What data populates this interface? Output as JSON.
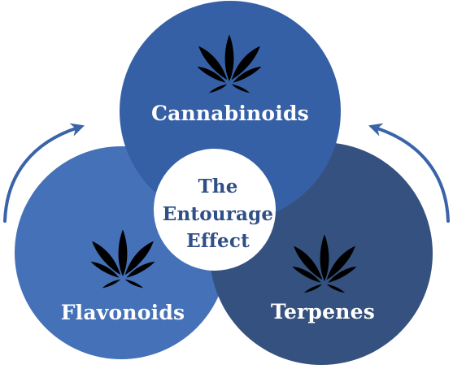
{
  "diagram": {
    "center": {
      "lines": [
        "The",
        "Entourage",
        "Effect"
      ]
    },
    "circles": {
      "top": {
        "label": "Cannabinoids",
        "color": "#3660a6"
      },
      "left": {
        "label": "Flavonoids",
        "color": "#4471b7"
      },
      "right": {
        "label": "Terpenes",
        "color": "#34517f"
      }
    },
    "center_color": "#ffffff",
    "text_color": "#2f4f86",
    "arrow_color": "#3a63a8",
    "icons": {
      "top": "cannabis-leaf-icon",
      "left": "cannabis-leaf-icon",
      "right": "cannabis-leaf-icon"
    }
  }
}
